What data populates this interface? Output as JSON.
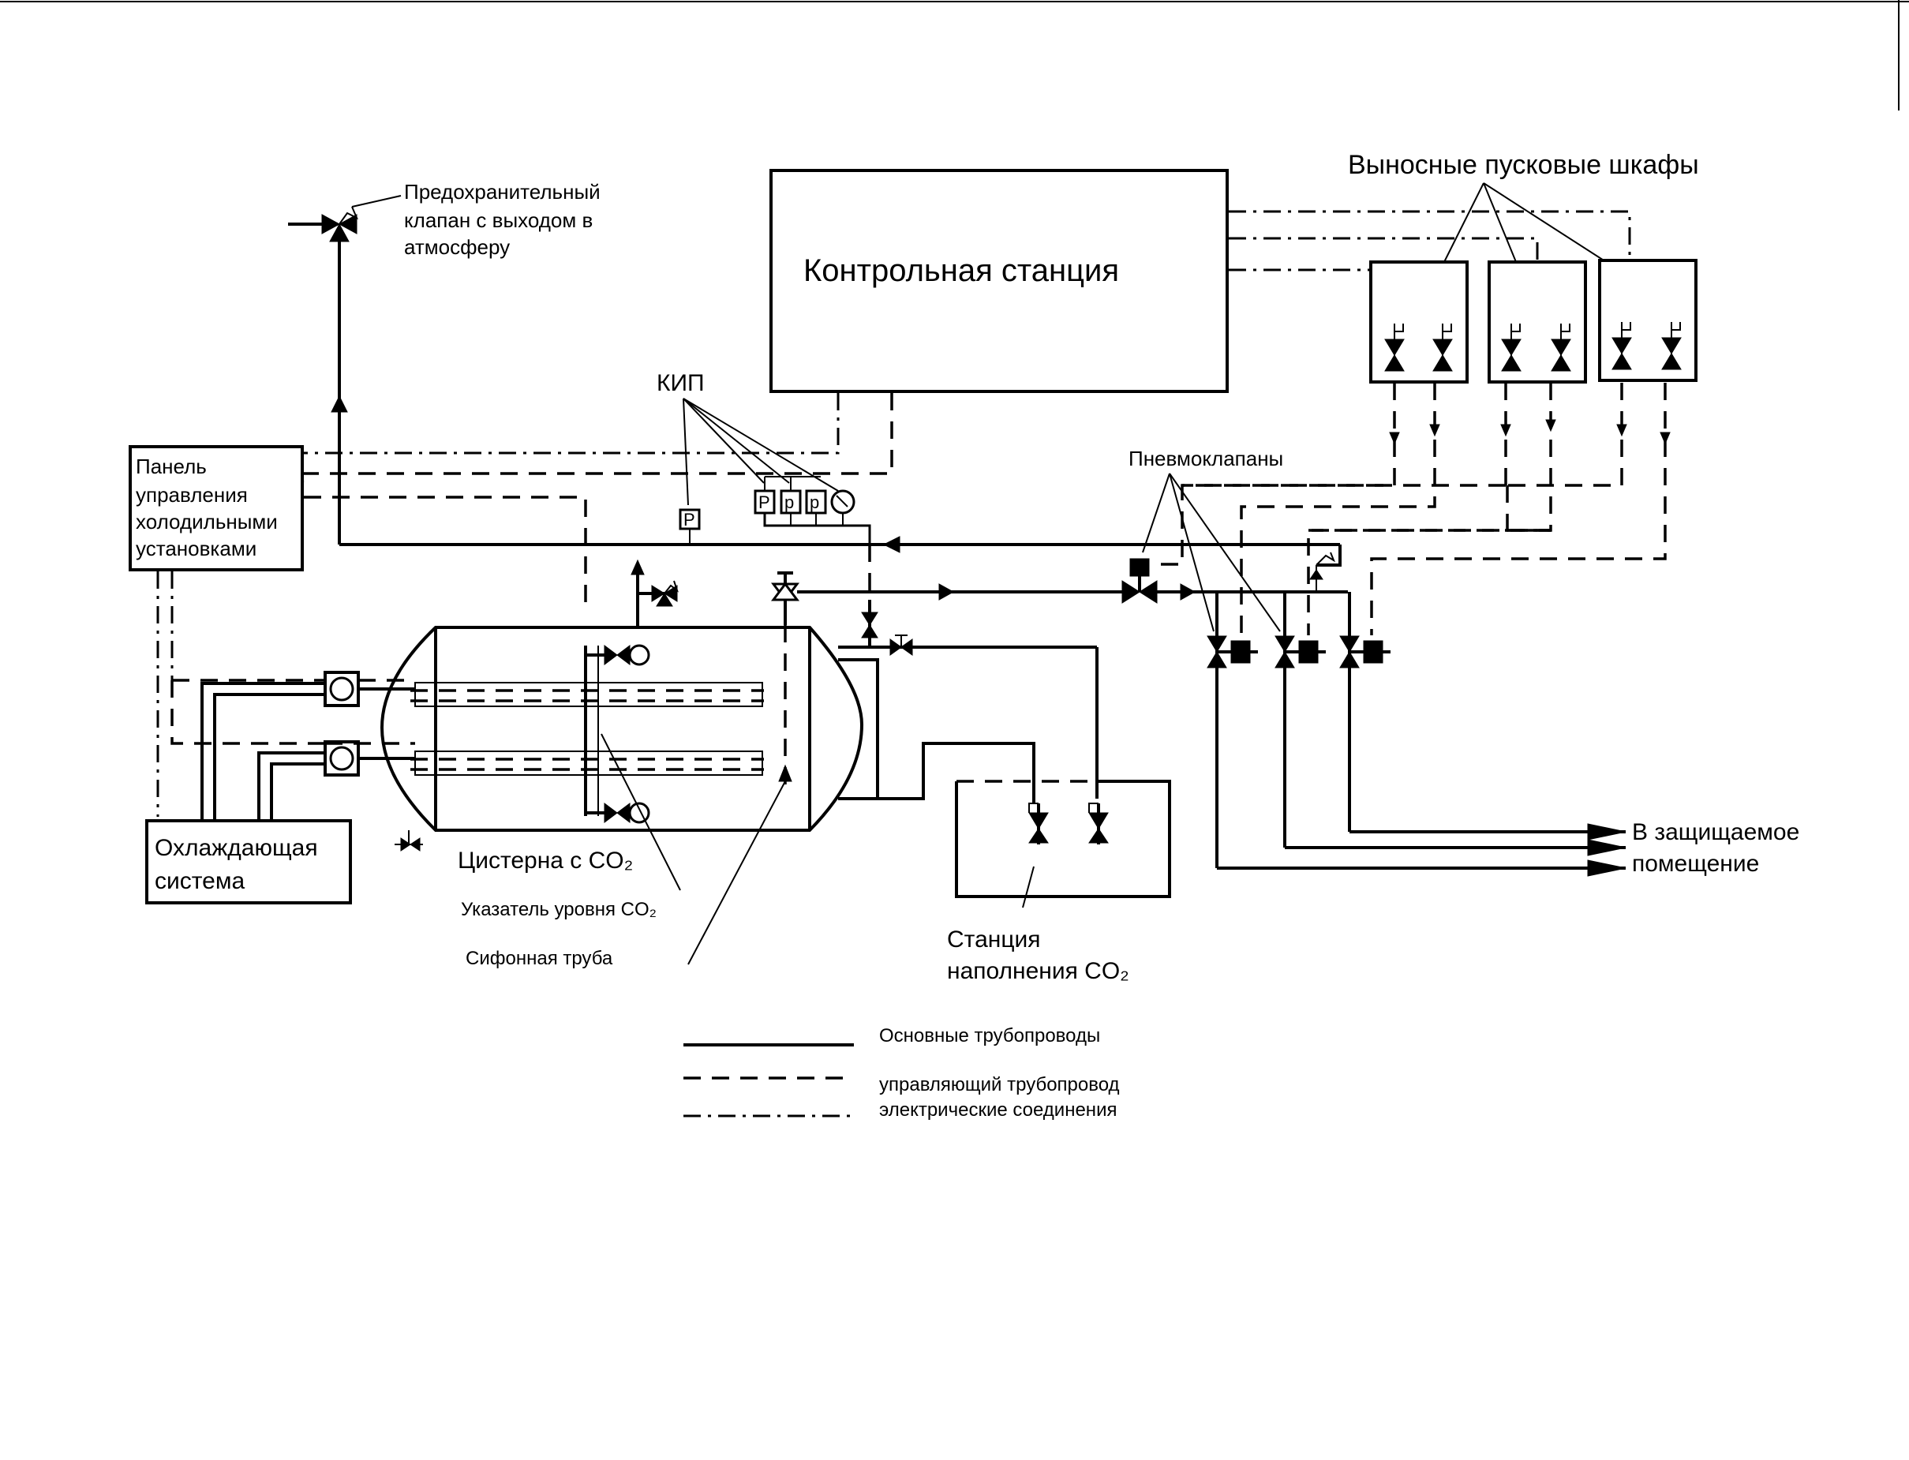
{
  "labels": {
    "safety_valve": [
      "Предохранительный",
      "клапан с выходом в",
      "атмосферу"
    ],
    "control_station": "Контрольная станция",
    "remote_cabinets": "Выносные пусковые шкафы",
    "kip": "КИП",
    "pneumo_valves": "Пневмоклапаны",
    "refrigeration_panel": [
      "Панель",
      "управления",
      "холодильными",
      "установками"
    ],
    "cooling_system": [
      "Охлаждающая",
      "система"
    ],
    "tank": "Цистерна с CO₂",
    "level_indicator": "Указатель уровня CO₂",
    "siphon_tube": "Сифонная труба",
    "filling_station": [
      "Станция",
      "наполнения CO₂"
    ],
    "protected_room": [
      "В защищаемое",
      "помещение"
    ],
    "gauge_p1": "P",
    "gauge_p2": "P",
    "gauge_p3": "p",
    "gauge_p4": "p"
  },
  "legend": {
    "main_pipes": "Основные трубопроводы",
    "control_pipe": "управляющий трубопровод",
    "electrical": "электрические соединения"
  }
}
